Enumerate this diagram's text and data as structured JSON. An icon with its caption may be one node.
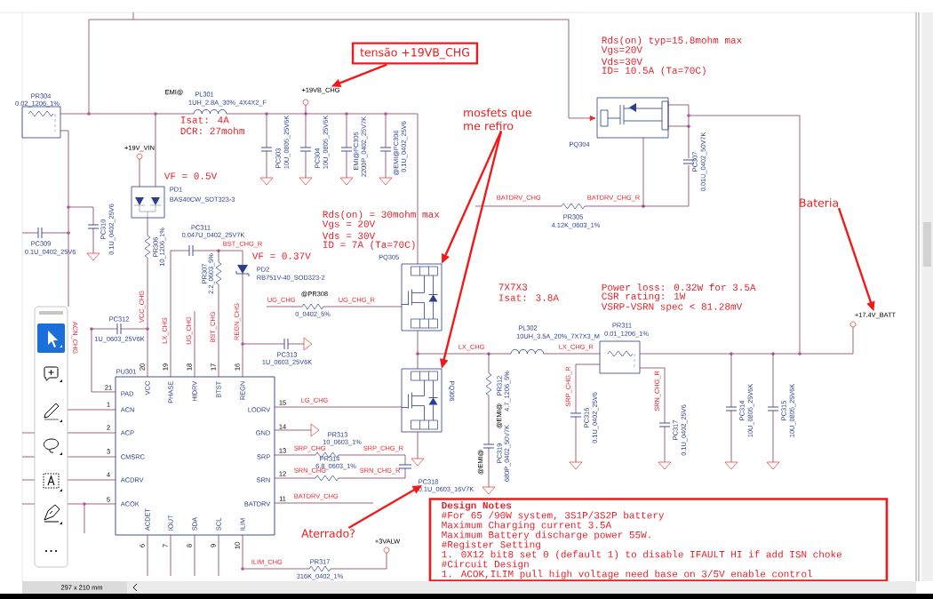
{
  "diagram": {
    "nodes": [
      {
        "text": [
          "tensão +19VB_CHG"
        ]
      },
      {
        "text": [
          "+19VB_CHG"
        ]
      },
      {
        "text": [
          "mosfets que me refiro"
        ]
      },
      {
        "text": [
          "Bateria"
        ]
      },
      {
        "text": [
          "+17.4V_BATT"
        ]
      },
      {
        "text": [
          "Aterrado?"
        ]
      },
      {
        "text": [
          "**Design Notes**",
          "#For 65 /90W system, 3S1P/3S2P battery",
          "Maximum Charging current 3.5A",
          "Maximum Battery discharge power 55W.",
          "#Register Setting",
          "1. 0X12 bit8 set 0 (default 1) to disable IFAULT HI if add ISN choke",
          "#Circuit Design",
          "1. ACOK,ILIM pull high voltage need base on 3/5V enable control"
        ]
      },
      {
        "text": [
          "PC318"
        ],
        "beside": [
          "0.1U_0603_16V7K"
        ]
      }
    ],
    "edges": [
      {
        "from": 0,
        "to": 1,
        "arrow": "to"
      },
      {
        "from": 2,
        "to": null,
        "arrow": "to"
      },
      {
        "from": 2,
        "to": null,
        "arrow": "to"
      },
      {
        "from": 3,
        "to": 4,
        "arrow": "to"
      },
      {
        "from": 5,
        "to": 7,
        "arrow": "to"
      }
    ],
    "labels": [
      "PR304",
      "0.02_1206_1%",
      "EMI@",
      "PL301",
      "1UH_2.8A_30%_4X4X2_F",
      "Isat: 4A",
      "DCR: 27mohm",
      "+19V_VIN",
      "VF = 0.5V",
      "PD1",
      "BAS40CW_SOT323-3",
      "PC303",
      "10U_0805_25V6K",
      "PC304",
      "10U_0805_25V6K",
      "EMI@PC305",
      "2200P_0402_25V7K",
      "@EMI@PC306",
      "0.1U_0402_25V6",
      "Rds(on) typ=15.8mohm max",
      "Vgs=20V",
      "Vds=30V",
      "ID= 10.5A (Ta=70C)",
      "PQ304",
      "PC307",
      "0.01U_0402_50V7K",
      "BATDRV_CHG",
      "PR305",
      "4.12K_0603_1%",
      "BATDRV_CHG_R",
      "PC310",
      "0.1U_0402_25V6",
      "PC309",
      "0.1U_0402_25V6",
      "Rds(on) = 30mohm max",
      "Vgs = 20V",
      "Vds = 30V",
      "ID = 7A (Ta=70C)",
      "PC311",
      "0.047U_0402_25V7K",
      "BST_CHG_R",
      "VF = 0.37V",
      "PR306",
      "10_1206_1%",
      "PR307",
      "2.2_0603_5%",
      "PD2",
      "RB751V-40_SOD323-2",
      "7X7X3",
      "Isat: 3.8A",
      "Power loss: 0.32W for 3.5A",
      "CSR rating: 1W",
      "VSRP-VSRN spec < 81.28mV",
      "@PR308",
      "UG_CHG",
      "UG_CHG_R",
      "0_0402_5%",
      "PC312",
      "1U_0603_25V6K",
      "VCC_CHG",
      "LX_CHG",
      "UG_CHG",
      "BST_CHG",
      "REGN_CHG",
      "ACN_CHG",
      "PC313",
      "1U_0603_25V6K",
      "PL302",
      "10UH_3.5A_20%_7X7X3_M",
      "PR311",
      "0.01_1206_1%",
      "LX_CHG",
      "LX_CHG_R",
      "LG_CHG",
      "@EMI@",
      "PR312",
      "4.7_1206_5%",
      "SRP_CHG_R",
      "PC316",
      "0.1U_0402_25V6",
      "SRN_CHG_R",
      "PC317",
      "0.1U_0402_25V6",
      "PC314",
      "10U_0805_25V6K",
      "PC315",
      "10U_0805_25V6K",
      "PR313",
      "10_0603_1%",
      "SRP_CHG",
      "SRP_CHG_R",
      "PR314",
      "6.8_0603_1%",
      "SRN_CHG",
      "SRN_CHG_R",
      "PC319",
      "680P_0402_50V7K",
      "@EMI@",
      "BATDRV_CHG",
      "ILIM_CHG",
      "PR317",
      "316K_0402_1%",
      "+3VALW",
      "PQ305",
      "PQ306",
      "PU301",
      "PAD",
      "ACN",
      "ACP",
      "CMSRC",
      "ACDRV",
      "ACOK",
      "VCC",
      "PHASE",
      "HIDRV",
      "BTST",
      "REGN",
      "LODRV",
      "GND",
      "SRP",
      "SRN",
      "BATDRV",
      "ACDET",
      "IOUT",
      "SDA",
      "SCL",
      "ILIM",
      "21",
      "1",
      "2",
      "3",
      "4",
      "5",
      "20",
      "19",
      "18",
      "17",
      "16",
      "15",
      "14",
      "13",
      "12",
      "11",
      "6",
      "7",
      "8",
      "9",
      "10",
      "297 x 210 mm"
    ]
  }
}
